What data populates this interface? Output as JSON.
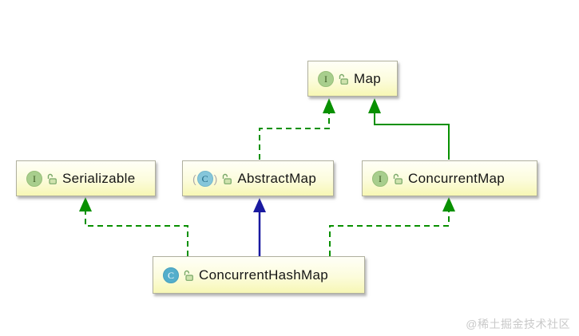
{
  "diagram": {
    "type": "uml-class-diagram",
    "nodes": {
      "map": {
        "label": "Map",
        "kind": "interface"
      },
      "serializable": {
        "label": "Serializable",
        "kind": "interface"
      },
      "abstract_map": {
        "label": "AbstractMap",
        "kind": "abstract-class"
      },
      "concurrent_map": {
        "label": "ConcurrentMap",
        "kind": "interface"
      },
      "concurrent_hash_map": {
        "label": "ConcurrentHashMap",
        "kind": "class"
      }
    },
    "edges": [
      {
        "from": "AbstractMap",
        "to": "Map",
        "relation": "implements",
        "line": "dashed",
        "color": "#089000"
      },
      {
        "from": "ConcurrentMap",
        "to": "Map",
        "relation": "extends",
        "line": "solid",
        "color": "#089000"
      },
      {
        "from": "ConcurrentHashMap",
        "to": "Serializable",
        "relation": "implements",
        "line": "dashed",
        "color": "#089000"
      },
      {
        "from": "ConcurrentHashMap",
        "to": "AbstractMap",
        "relation": "extends",
        "line": "solid",
        "color": "#1a1aa0"
      },
      {
        "from": "ConcurrentHashMap",
        "to": "ConcurrentMap",
        "relation": "implements",
        "line": "dashed",
        "color": "#089000"
      }
    ]
  },
  "icons": {
    "interface_badge": "I",
    "class_badge": "C",
    "abstract_badge": "C",
    "abstract_paren_open": "(",
    "abstract_paren_close": ")",
    "lock": "unlocked-padlock"
  },
  "colors": {
    "edge_green": "#089000",
    "edge_navy": "#1a1aa0",
    "node_fill_top": "#fffff7",
    "node_fill_bottom": "#f7f7b4",
    "interface_badge_bg": "#a8ce8d",
    "class_badge_bg": "#53aecb",
    "abstract_badge_bg": "#85c6da"
  },
  "watermark": {
    "text": "@稀土掘金技术社区"
  }
}
